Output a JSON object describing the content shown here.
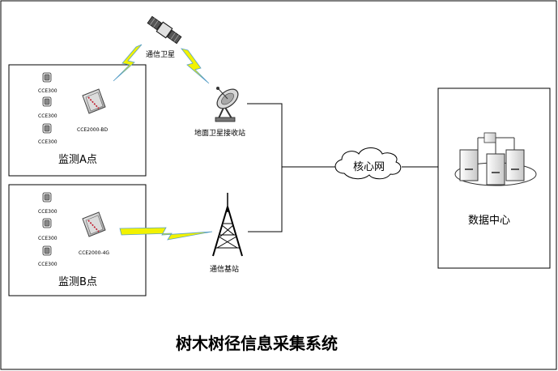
{
  "title": "树木树径信息采集系统",
  "nodes": {
    "satellite": "通信卫星",
    "ground_station": "地面卫星接收站",
    "base_station": "通信基站",
    "core_network": "核心网",
    "data_center": "数据中心",
    "site_a": {
      "label": "监测A点",
      "sensors": [
        "CCE300",
        "CCE300",
        "CCE300"
      ],
      "gateway": "CCE2000-BD"
    },
    "site_b": {
      "label": "监测B点",
      "sensors": [
        "CCE300",
        "CCE300",
        "CCE300"
      ],
      "gateway": "CCE2000-4G"
    }
  },
  "colors": {
    "bolt_fill": "#f2f200",
    "bolt_edge": "#5aa0c8",
    "gateway_accent": "#c0182a"
  }
}
